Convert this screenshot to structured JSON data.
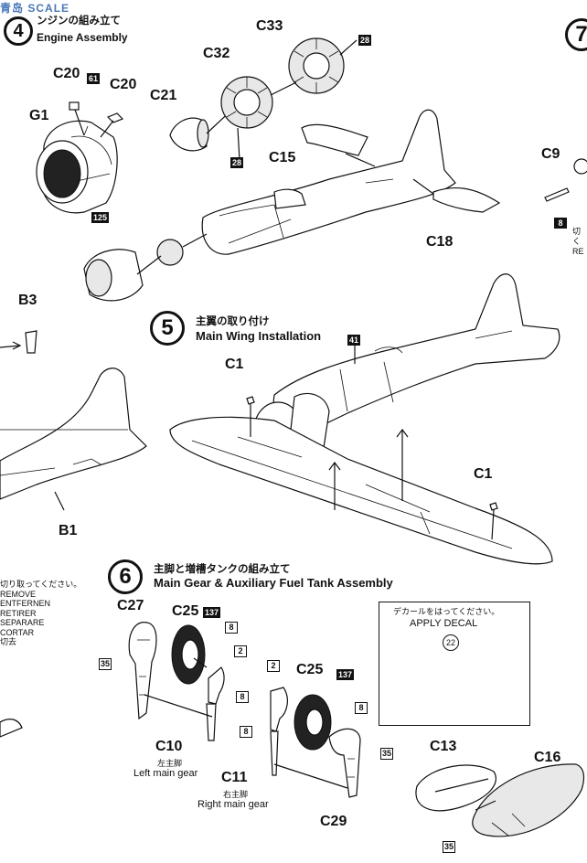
{
  "watermark": "SCALE",
  "watermark_jp": "青岛",
  "step4": {
    "title_jp": "ンジンの組み立て",
    "title_en": "Engine Assembly",
    "number": "4"
  },
  "step5": {
    "title_jp": "主翼の取り付け",
    "title_en": "Main Wing Installation",
    "number": "5"
  },
  "step6": {
    "title_jp": "主脚と増槽タンクの組み立て",
    "title_en": "Main Gear & Auxiliary Fuel Tank Assembly",
    "number": "6"
  },
  "step7": {
    "number": "7"
  },
  "parts": {
    "c20a": "C20",
    "c20b": "C20",
    "g1": "G1",
    "c21": "C21",
    "c32": "C32",
    "c33": "C33",
    "c15": "C15",
    "c18": "C18",
    "c9": "C9",
    "b3": "B3",
    "b1": "B1",
    "c1a": "C1",
    "c1b": "C1",
    "c27": "C27",
    "c25a": "C25",
    "c25b": "C25",
    "c10": "C10",
    "c11": "C11",
    "c29": "C29",
    "c13": "C13",
    "c16": "C16"
  },
  "callouts": {
    "n61": "61",
    "n28a": "28",
    "n28b": "28",
    "n125": "125",
    "n8a": "8",
    "n41": "41",
    "n137a": "137",
    "n8b": "8",
    "n35a": "35",
    "n2a": "2",
    "n8c": "8",
    "n2b": "2",
    "n137b": "137",
    "n8d": "8",
    "n8e": "8",
    "n35b": "35",
    "n35c": "35",
    "n22": "22"
  },
  "gear_labels": {
    "left_jp": "左主脚",
    "left_en": "Left main gear",
    "right_jp": "右主脚",
    "right_en": "Right main gear"
  },
  "decal": {
    "jp": "デカールをはってください。",
    "en": "APPLY DECAL"
  },
  "cut_off": {
    "jp": "切り取ってください。",
    "lines": [
      "REMOVE",
      "ENTFERNEN",
      "RETIRER",
      "SEPARARE",
      "CORTAR",
      "切去"
    ]
  },
  "right_edge": [
    "切",
    "く",
    "RE"
  ]
}
